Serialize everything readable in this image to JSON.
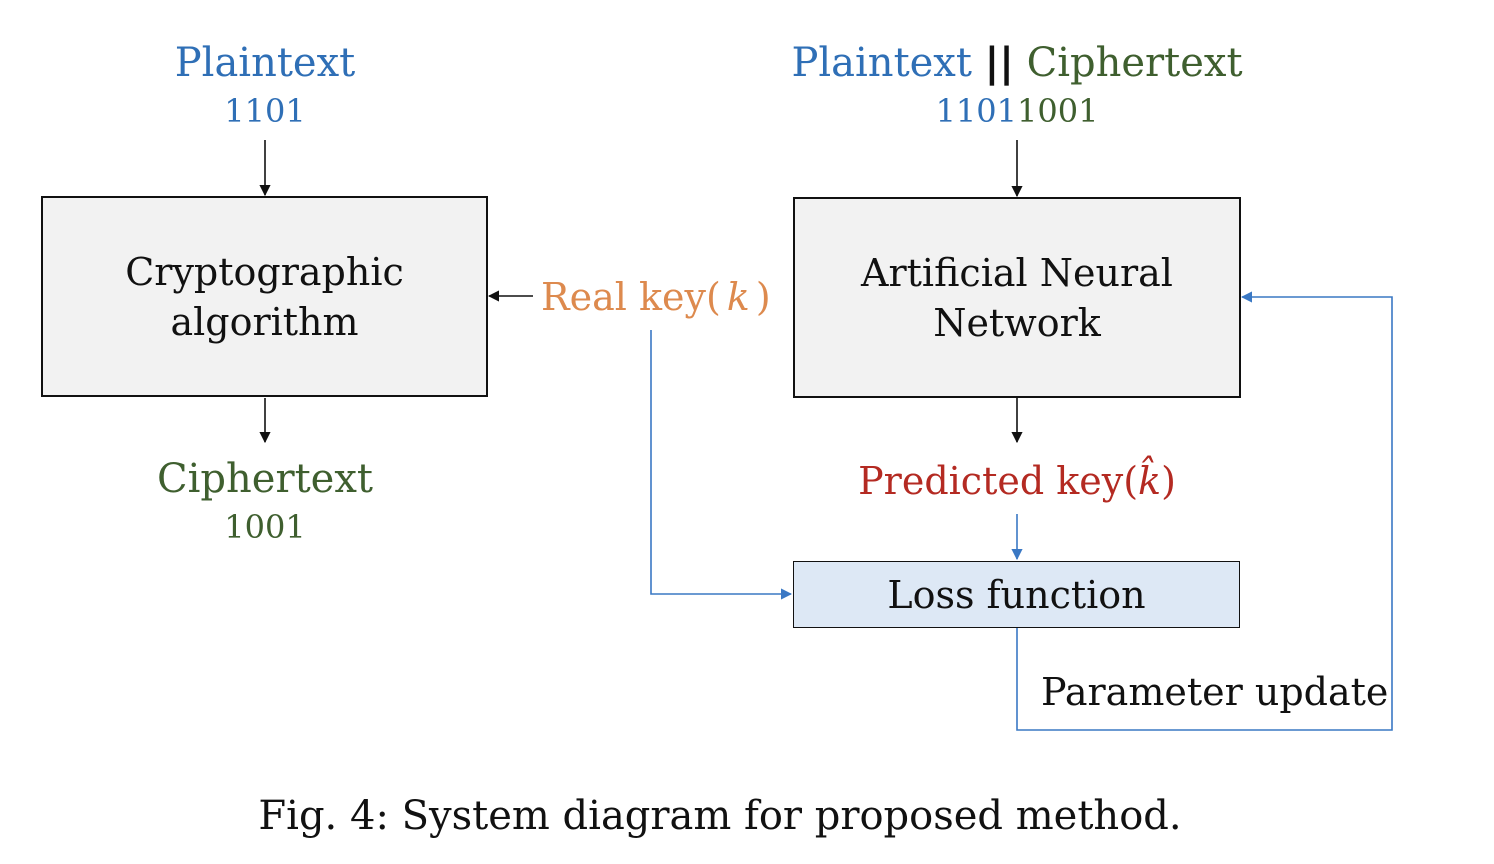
{
  "left": {
    "input_label": "Plaintext",
    "input_bits": "1101",
    "box_line1": "Cryptographic",
    "box_line2": "algorithm",
    "output_label": "Ciphertext",
    "output_bits": "1001"
  },
  "key": {
    "prefix": "Real key(",
    "symbol": "k",
    "suffix": ")"
  },
  "right": {
    "input_plain": "Plaintext",
    "input_sep": "||",
    "input_cipher": "Ciphertext",
    "bits_plain": "1101",
    "bits_cipher": "1001",
    "box_line1": "Artificial Neural",
    "box_line2": "Network",
    "pred_prefix": "Predicted key(",
    "pred_symbol": "k̂",
    "pred_suffix": ")",
    "loss": "Loss function",
    "update": "Parameter update"
  },
  "caption": "Fig. 4: System diagram for proposed method.",
  "colors": {
    "plaintext": "#2f6fb6",
    "ciphertext": "#3f5f2f",
    "real_key": "#dd8a4e",
    "predicted_key": "#b42a22",
    "feedback_line": "#3a78c4",
    "loss_box_fill": "#dde8f5",
    "box_fill": "#f2f2f2"
  }
}
